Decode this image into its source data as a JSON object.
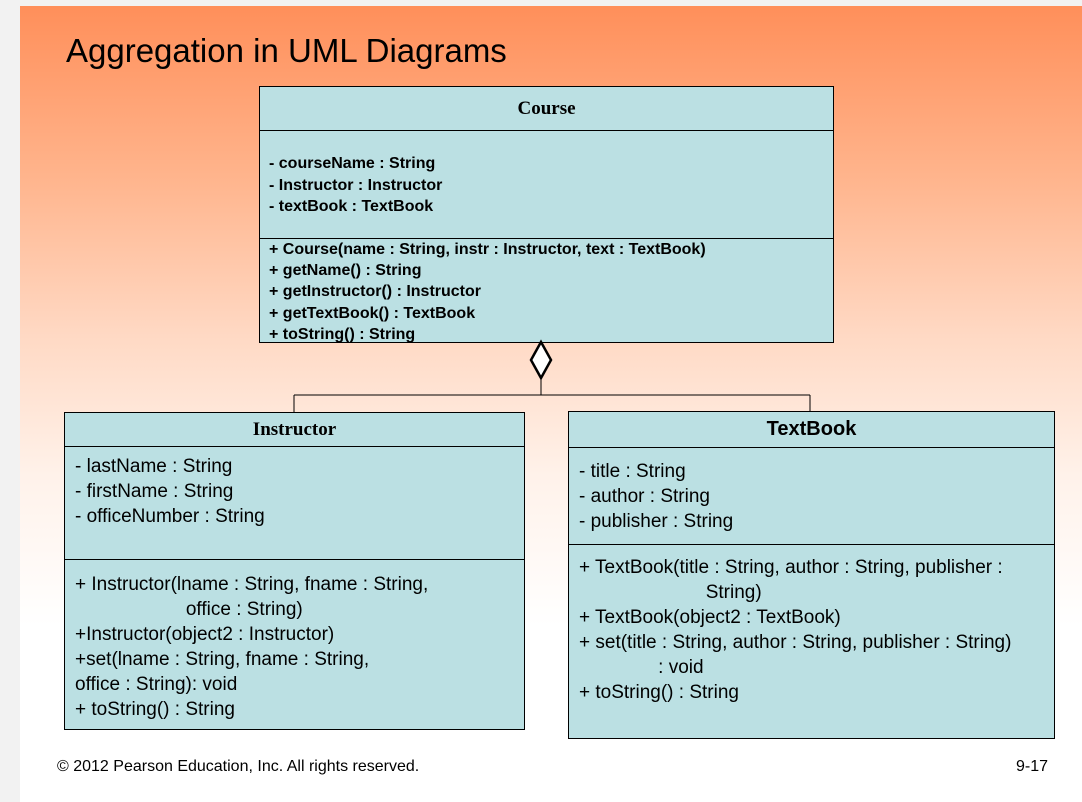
{
  "title": "Aggregation in UML Diagrams",
  "course": {
    "name": "Course",
    "attributes": [
      "- courseName : String",
      "- Instructor : Instructor",
      "- textBook : TextBook"
    ],
    "operations": [
      "+ Course(name : String, instr : Instructor, text : TextBook)",
      "+ getName() : String",
      "+ getInstructor() : Instructor",
      "+ getTextBook() : TextBook",
      "+ toString() : String"
    ]
  },
  "instructor": {
    "name": "Instructor",
    "attributes": [
      "- lastName : String",
      "- firstName : String",
      "- officeNumber : String"
    ],
    "operations": [
      "+ Instructor(lname : String, fname : String,",
      "                     office : String)",
      "+Instructor(object2 : Instructor)",
      "+set(lname : String, fname : String,",
      "office : String): void",
      "+ toString() : String"
    ]
  },
  "textbook": {
    "name": "TextBook",
    "attributes": [
      "- title : String",
      "- author : String",
      "- publisher : String"
    ],
    "operations": [
      "+ TextBook(title : String, author : String, publisher :",
      "                        String)",
      "+ TextBook(object2 : TextBook)",
      "+ set(title : String, author : String, publisher : String)",
      "               : void",
      "+ toString() : String"
    ]
  },
  "footer": {
    "copyright": "© 2012 Pearson Education, Inc. All rights reserved.",
    "slide_number": "9-17"
  }
}
